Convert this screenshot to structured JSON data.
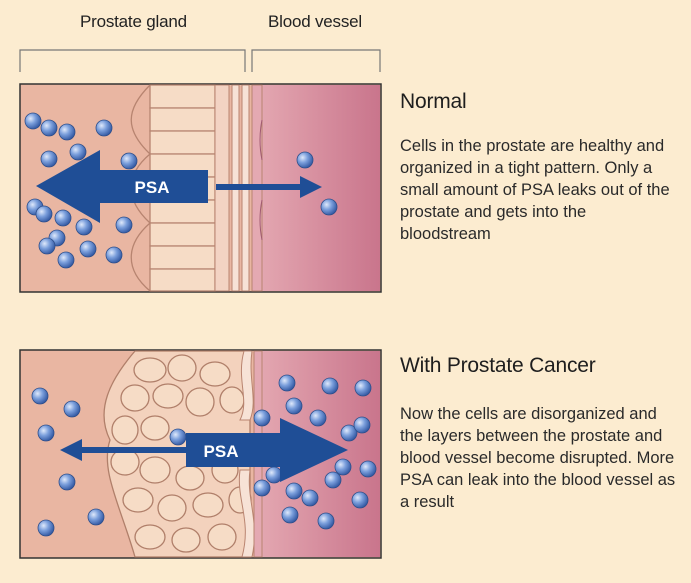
{
  "labels": {
    "prostate_gland": "Prostate gland",
    "blood_vessel": "Blood vessel"
  },
  "panels": [
    {
      "heading": "Normal",
      "description": "Cells in the prostate are healthy and organized in a tight pattern. Only a small amount of PSA leaks out of the prostate and gets into the bloodstream",
      "arrow_label": "PSA"
    },
    {
      "heading": "With Prostate Cancer",
      "description": "Now the cells are disorganized and the layers between the prostate and blood vessel become disrupted. More PSA can leak into the blood vessel as a result",
      "arrow_label": "PSA"
    }
  ],
  "colors": {
    "background": "#fcecd0",
    "tissue": "#e9b6a2",
    "vessel": "#d58fa0",
    "arrow": "#1f4e96",
    "psa_dot": "#5b82c8"
  }
}
